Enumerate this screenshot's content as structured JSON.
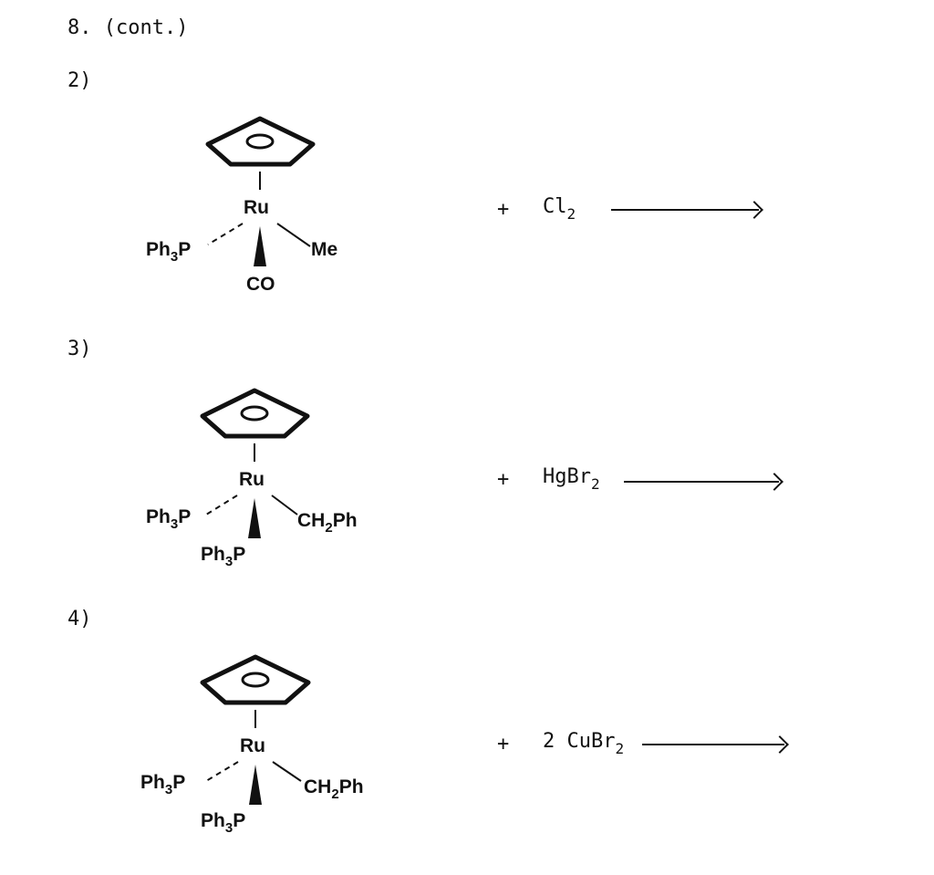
{
  "header": "8. (cont.)",
  "reactions": [
    {
      "number": "2)",
      "ring_metal": "Ru",
      "left_ligand": "Ph",
      "left_sub": "3",
      "left_atom": "P",
      "right_ligand": "Me",
      "right_sub": "",
      "right_tail": "",
      "bottom_ligand": "CO",
      "bottom_sub": "",
      "bottom_atom": "",
      "plus": "+",
      "reagent": "Cl",
      "reagent_sub": "2"
    },
    {
      "number": "3)",
      "ring_metal": "Ru",
      "left_ligand": "Ph",
      "left_sub": "3",
      "left_atom": "P",
      "right_ligand": "CH",
      "right_sub": "2",
      "right_tail": "Ph",
      "bottom_ligand": "Ph",
      "bottom_sub": "3",
      "bottom_atom": "P",
      "plus": "+",
      "reagent": "HgBr",
      "reagent_sub": "2"
    },
    {
      "number": "4)",
      "ring_metal": "Ru",
      "left_ligand": "Ph",
      "left_sub": "3",
      "left_atom": "P",
      "right_ligand": "CH",
      "right_sub": "2",
      "right_tail": "Ph",
      "bottom_ligand": "Ph",
      "bottom_sub": "3",
      "bottom_atom": "P",
      "plus": "+",
      "reagent": "2 CuBr",
      "reagent_sub": "2"
    }
  ]
}
